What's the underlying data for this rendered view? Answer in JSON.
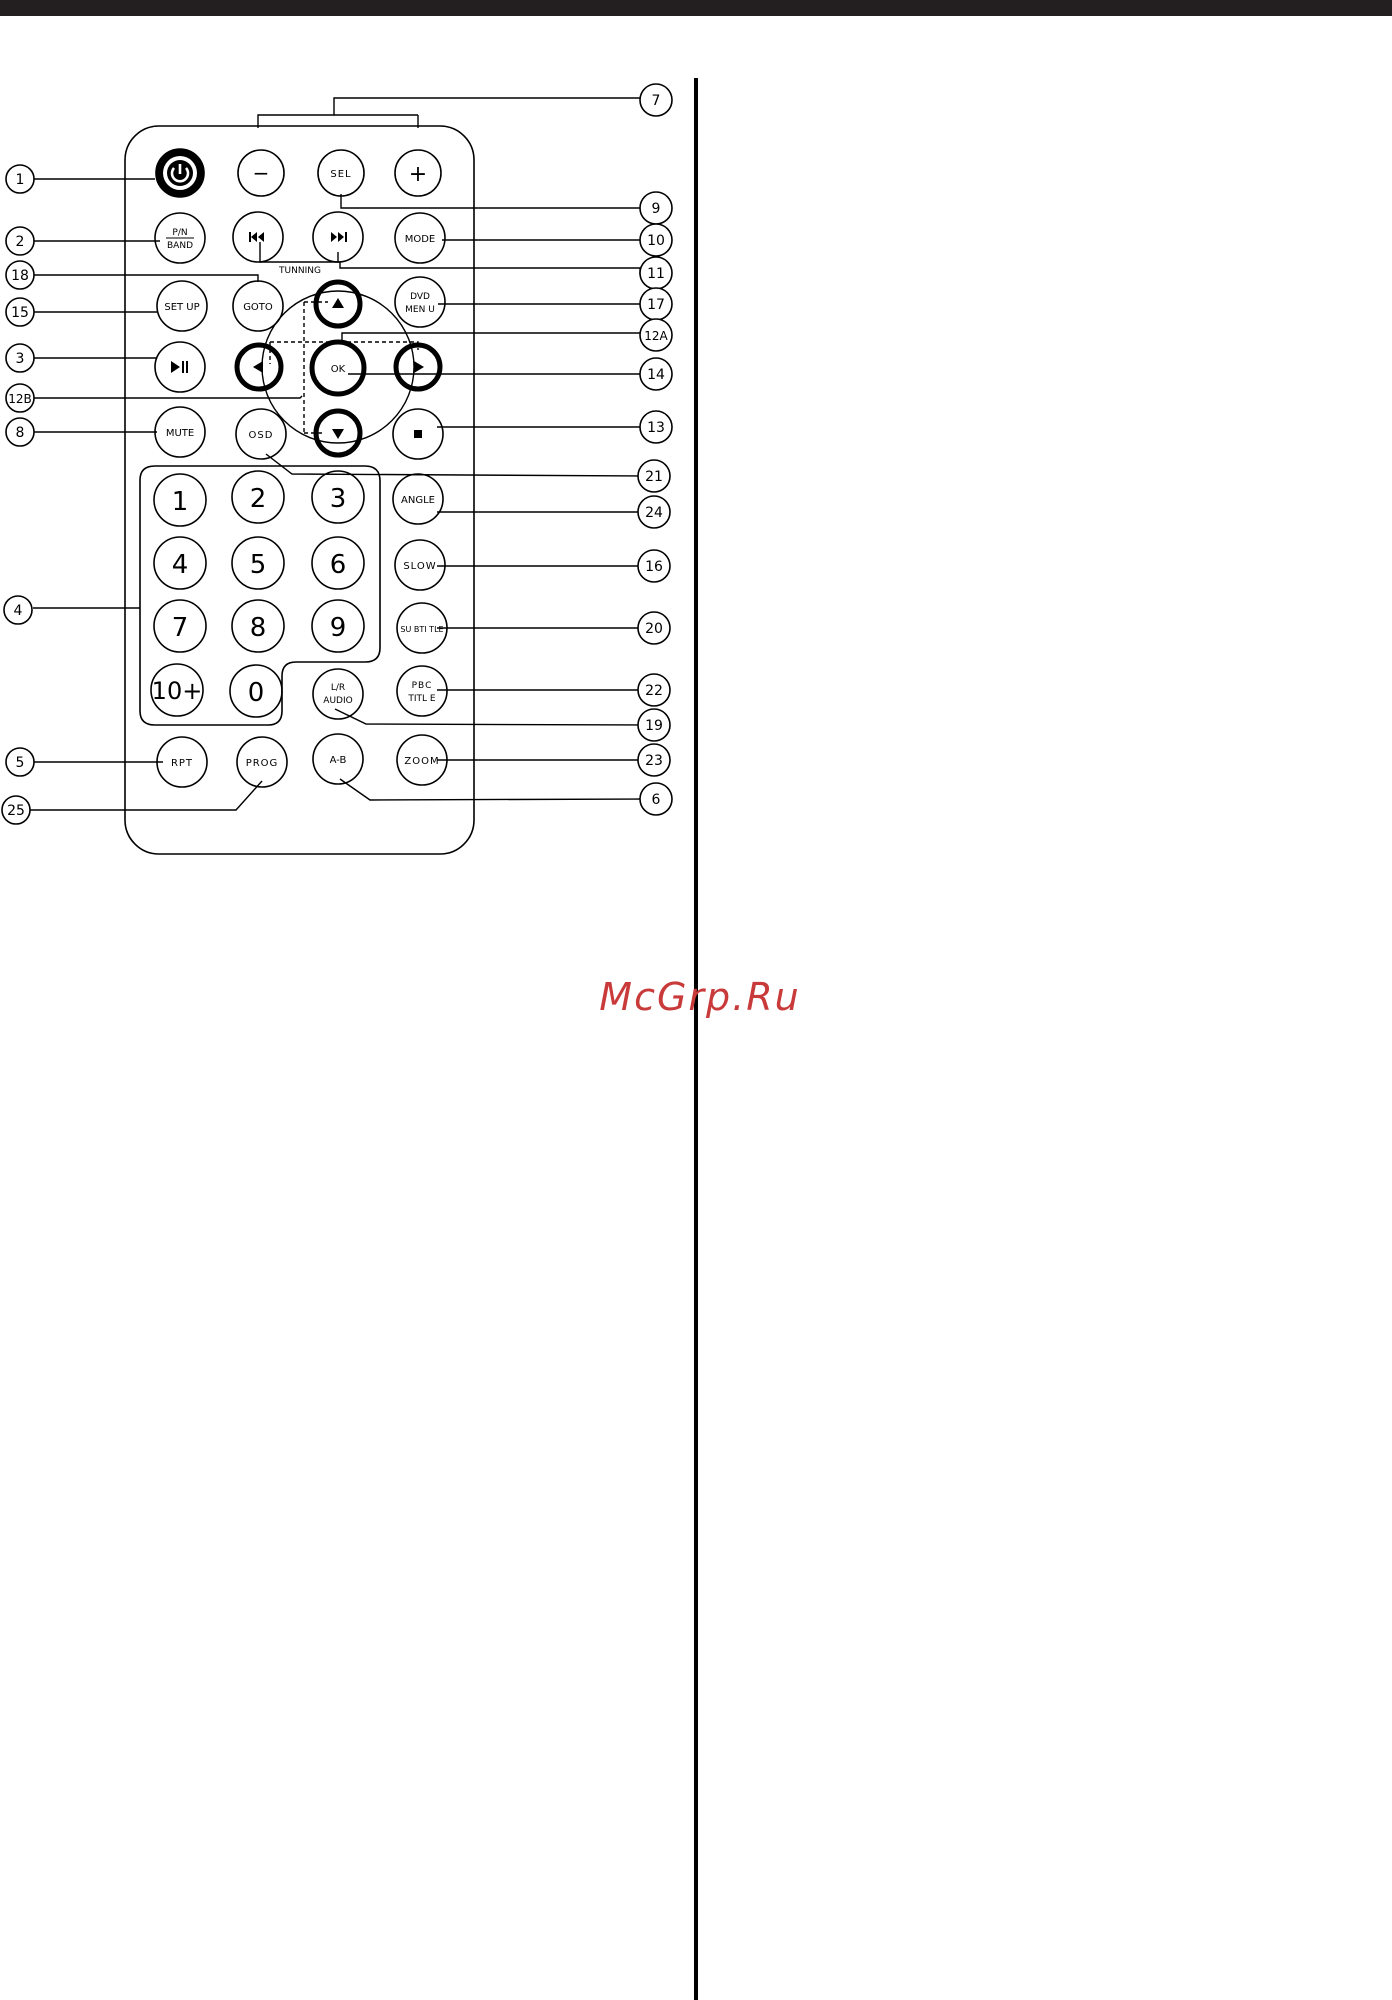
{
  "watermark": "McGrp.Ru",
  "colors": {
    "ink": "#000000",
    "background": "#ffffff",
    "top_bar": "#231f20",
    "watermark": "#c93a3a"
  },
  "remote": {
    "power_button": {
      "icon": "power-icon"
    },
    "vol_minus": "−",
    "vol_plus": "+",
    "sel": "SEL",
    "pn_band": {
      "top": "P/N",
      "bottom": "BAND"
    },
    "prev_icon": "prev-track-icon",
    "next_icon": "next-track-icon",
    "tunning": "TUNNING",
    "mode": "MODE",
    "setup": "SET UP",
    "goto": "GOTO",
    "up_icon": "up-arrow-icon",
    "dvd_menu": {
      "top": "DVD",
      "bottom": "MEN U"
    },
    "play_pause_icon": "play-pause-icon",
    "left_icon": "left-arrow-icon",
    "ok": "OK",
    "right_icon": "right-arrow-icon",
    "mute": "MUTE",
    "osd": "OSD",
    "down_icon": "down-arrow-icon",
    "stop_icon": "stop-icon",
    "digits": [
      "1",
      "2",
      "3",
      "4",
      "5",
      "6",
      "7",
      "8",
      "9",
      "10+",
      "0"
    ],
    "angle": "ANGLE",
    "slow": "SLOW",
    "subtitle": "SU BTI TLE",
    "lr_audio": {
      "top": "L/R",
      "bottom": "AUDIO"
    },
    "pbc_title": {
      "top": "PBC",
      "bottom": "TITL E"
    },
    "rpt": "RPT",
    "prog": "PROG",
    "ab": "A-B",
    "zoom": "ZOOM"
  },
  "callouts": {
    "left": [
      "1",
      "2",
      "18",
      "15",
      "3",
      "12B",
      "8",
      "4",
      "5",
      "25"
    ],
    "right": [
      "7",
      "9",
      "10",
      "11",
      "17",
      "12A",
      "14",
      "13",
      "21",
      "24",
      "16",
      "20",
      "22",
      "19",
      "23",
      "6"
    ]
  }
}
